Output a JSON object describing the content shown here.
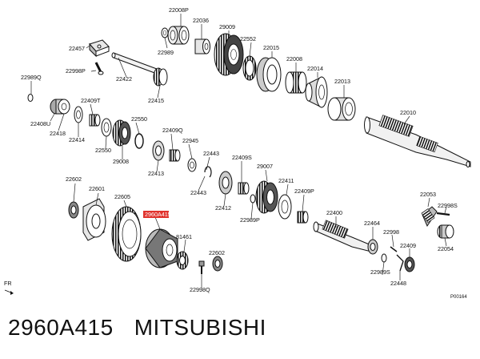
{
  "diagram": {
    "parts": [
      {
        "id": "22008P"
      },
      {
        "id": "22036"
      },
      {
        "id": "29009"
      },
      {
        "id": "22457"
      },
      {
        "id": "22989"
      },
      {
        "id": "22552"
      },
      {
        "id": "22015"
      },
      {
        "id": "22008"
      },
      {
        "id": "22014"
      },
      {
        "id": "22013"
      },
      {
        "id": "22998P"
      },
      {
        "id": "22422"
      },
      {
        "id": "22989Q"
      },
      {
        "id": "22415"
      },
      {
        "id": "22409T"
      },
      {
        "id": "22408U"
      },
      {
        "id": "22418"
      },
      {
        "id": "22550"
      },
      {
        "id": "22010"
      },
      {
        "id": "22414"
      },
      {
        "id": "22409Q"
      },
      {
        "id": "22945"
      },
      {
        "id": "22550"
      },
      {
        "id": "29008"
      },
      {
        "id": "22443"
      },
      {
        "id": "22413"
      },
      {
        "id": "22409S"
      },
      {
        "id": "29007"
      },
      {
        "id": "22443"
      },
      {
        "id": "22602"
      },
      {
        "id": "22601"
      },
      {
        "id": "22411"
      },
      {
        "id": "22409P"
      },
      {
        "id": "22053"
      },
      {
        "id": "22605"
      },
      {
        "id": "22412"
      },
      {
        "id": "22998S"
      },
      {
        "id": "22989P"
      },
      {
        "id": "2960A415",
        "highlight": true
      },
      {
        "id": "22400"
      },
      {
        "id": "22464"
      },
      {
        "id": "81461"
      },
      {
        "id": "22998"
      },
      {
        "id": "22054"
      },
      {
        "id": "22602"
      },
      {
        "id": "22409"
      },
      {
        "id": "22989S"
      },
      {
        "id": "22448"
      },
      {
        "id": "22998Q"
      }
    ],
    "direction_label": "FR",
    "figure_code": "P00164"
  },
  "caption": {
    "part_number": "2960A415",
    "brand": "MITSUBISHI"
  },
  "colors": {
    "highlight": "#e0322c",
    "ink": "#111111"
  }
}
